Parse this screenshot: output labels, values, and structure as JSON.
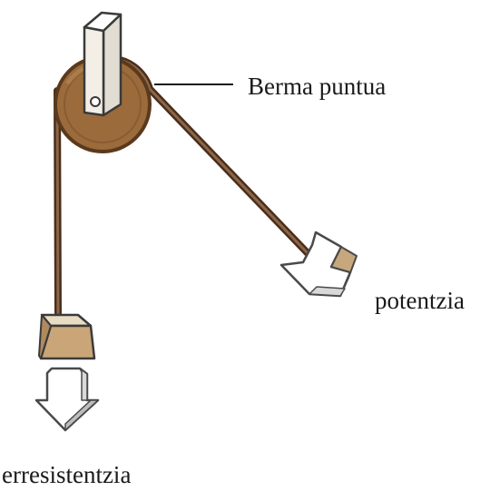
{
  "labels": {
    "fulcrum": "Berma puntua",
    "effort": "potentzia",
    "load": "erresistentzia"
  },
  "colors": {
    "pulley_wheel": "#9b6b3c",
    "pulley_outline": "#5a3a1c",
    "rope": "#6a4630",
    "load_block": "#c9a578",
    "arrow_fill": "#ffffff",
    "arrow_outline": "#4a4a4a",
    "support": "#f3efe6"
  }
}
